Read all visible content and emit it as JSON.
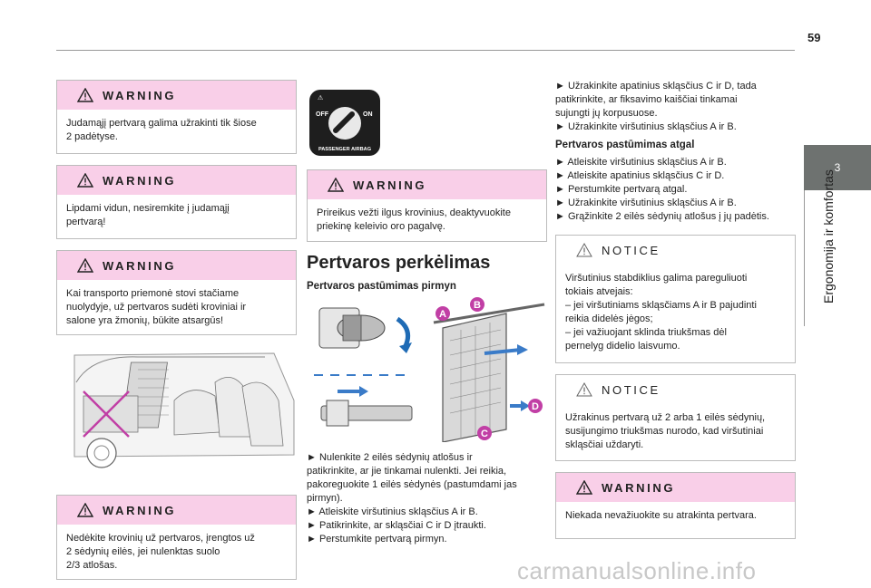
{
  "page": {
    "number": "59",
    "watermark": "carmanualsonline.info"
  },
  "side": {
    "chapter": "3",
    "title": "Ergonomija ir komfortas"
  },
  "col1": {
    "w1": {
      "title": "WARNING",
      "text": [
        "Judamąjį pertvarą galima užrakinti tik šiose",
        "2 padėtyse."
      ]
    },
    "w2": {
      "title": "WARNING",
      "text": [
        "Lipdami vidun, nesiremkite į judamąjį",
        "pertvarą!"
      ]
    },
    "w3": {
      "title": "WARNING",
      "text": [
        "Kai transporto priemonė stovi stačiame",
        "nuolydyje, už pertvaros sudėti kroviniai ir",
        "salone yra žmonių, būkite atsargūs!"
      ]
    },
    "w4": {
      "title": "WARNING",
      "text": [
        "Nedėkite krovinių už pertvaros, įrengtos už",
        "2 sėdynių eilės, jei nulenktas suolo",
        "2/3 atlošas."
      ]
    }
  },
  "col2": {
    "airbag": {
      "off": "OFF",
      "on": "ON",
      "label": "PASSENGER AIRBAG"
    },
    "w1": {
      "title": "WARNING",
      "text": [
        "Prireikus vežti ilgus krovinius, deaktyvuokite",
        "priekinę keleivio oro pagalvę."
      ]
    },
    "heading": "Pertvaros perkėlimas",
    "subheading": "Pertvaros pastūmimas pirmyn",
    "diagram": {
      "a": "A",
      "b": "B",
      "c": "C",
      "d": "D"
    },
    "steps": [
      "► Nulenkite 2 eilės sėdynių atlošus ir",
      "patikrinkite, ar jie tinkamai nulenkti. Jei reikia,",
      "pakoreguokite 1 eilės sėdynės (pastumdami jas",
      "pirmyn).",
      "► Atleiskite viršutinius skląsčius A ir B.",
      "► Patikrinkite, ar skląsčiai C ir D įtraukti.",
      "► Perstumkite pertvarą pirmyn."
    ]
  },
  "col3": {
    "intro": [
      "► Užrakinkite apatinius skląsčius C ir D, tada",
      "patikrinkite, ar fiksavimo kaiščiai tinkamai",
      "sujungti jų korpusuose.",
      "► Užrakinkite viršutinius skląsčius A ir B."
    ],
    "subheading": "Pertvaros pastūmimas atgal",
    "steps": [
      "► Atleiskite viršutinius skląsčius A ir B.",
      "► Atleiskite apatinius skląsčius C ir D.",
      "► Perstumkite pertvarą atgal.",
      "► Užrakinkite viršutinius skląsčius A ir B.",
      "► Grąžinkite 2 eilės sėdynių atlošus į jų padėtis."
    ],
    "n1": {
      "title": "NOTICE",
      "text": [
        "Viršutinius stabdiklius galima pareguliuoti",
        "tokiais atvejais:",
        "– jei viršutiniams skląsčiams A ir B pajudinti",
        "reikia didelės jėgos;",
        "– jei važiuojant sklinda triukšmas dėl",
        "pernelyg didelio laisvumo."
      ]
    },
    "n2": {
      "title": "NOTICE",
      "text": [
        "Užrakinus pertvarą už 2 arba 1 eilės sėdynių,",
        "susijungimo triukšmas nurodo, kad viršutiniai",
        "skląsčiai uždaryti."
      ]
    },
    "w1": {
      "title": "WARNING",
      "text": [
        "Niekada nevažiuokite su atrakinta pertvara."
      ]
    }
  },
  "colors": {
    "warning_bg": "#f9cfe8",
    "diagram_accent": "#c13fa5",
    "tab_gray": "#6e7270"
  }
}
